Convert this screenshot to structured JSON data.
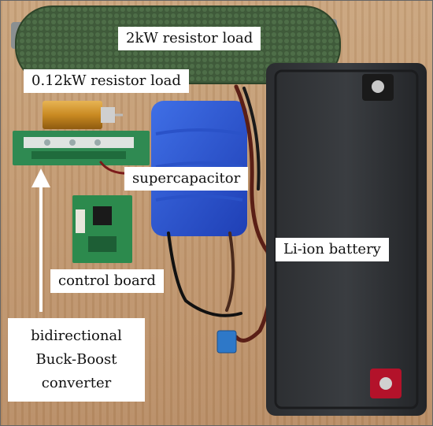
{
  "labels": {
    "resistor_2kw": "2kW resistor load",
    "resistor_012kw": "0.12kW resistor load",
    "supercapacitor": "supercapacitor",
    "li_ion_battery": "Li-ion battery",
    "control_board": "control board",
    "converter": [
      "bidirectional",
      "Buck-Boost",
      "converter"
    ]
  }
}
